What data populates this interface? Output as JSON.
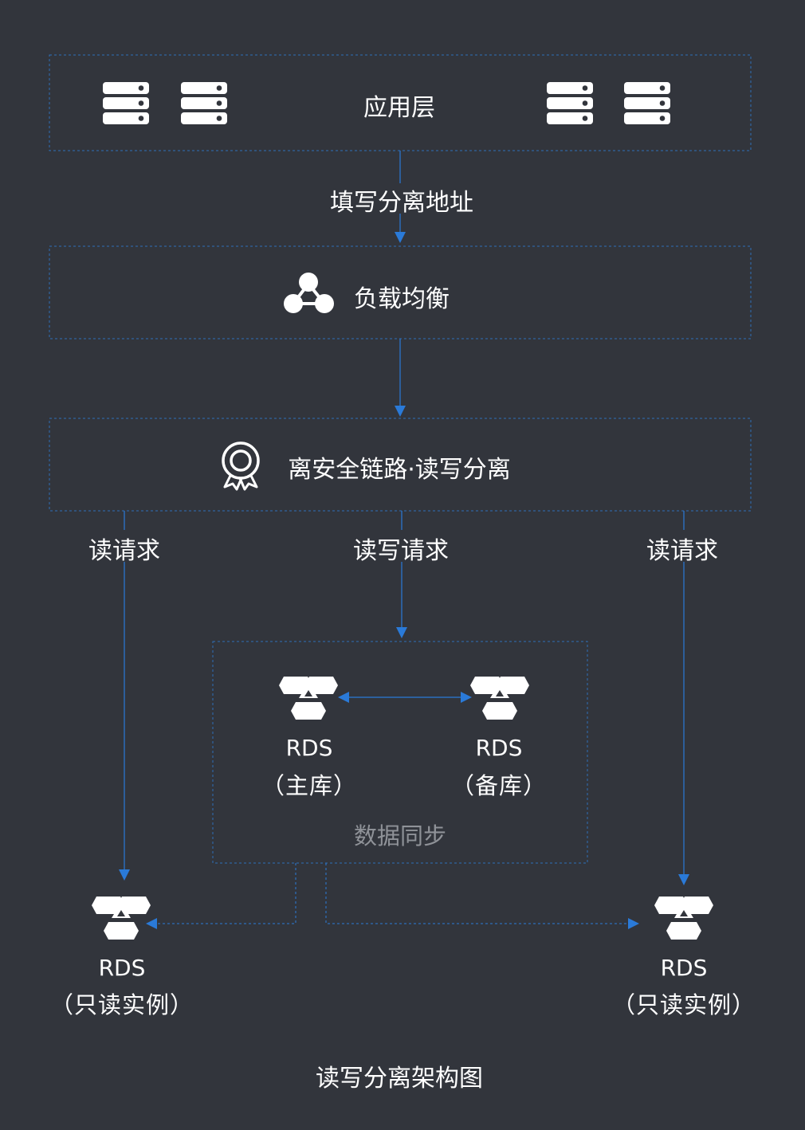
{
  "app_layer": {
    "label": "应用层",
    "icon": "server-icon"
  },
  "edge_fill_address": "填写分离地址",
  "load_balancer": {
    "label": "负载均衡",
    "icon": "network-icon"
  },
  "security_layer": {
    "label": "离安全链路·读写分离",
    "icon": "badge-icon"
  },
  "edges": {
    "left_read": "读请求",
    "center_read_write": "读写请求",
    "right_read": "读请求"
  },
  "rds_cluster": {
    "primary": {
      "name": "RDS",
      "role": "（主库）",
      "icon": "rds-icon"
    },
    "standby": {
      "name": "RDS",
      "role": "（备库）",
      "icon": "rds-icon"
    },
    "sync_label": "数据同步"
  },
  "readonly_left": {
    "name": "RDS",
    "role": "（只读实例）",
    "icon": "rds-icon"
  },
  "readonly_right": {
    "name": "RDS",
    "role": "（只读实例）",
    "icon": "rds-icon"
  },
  "caption": "读写分离架构图",
  "colors": {
    "background": "#32353c",
    "box_border": "#2f6fb8",
    "arrow": "#2a7ad8",
    "text": "#ffffff",
    "muted_text": "#8f9298"
  }
}
